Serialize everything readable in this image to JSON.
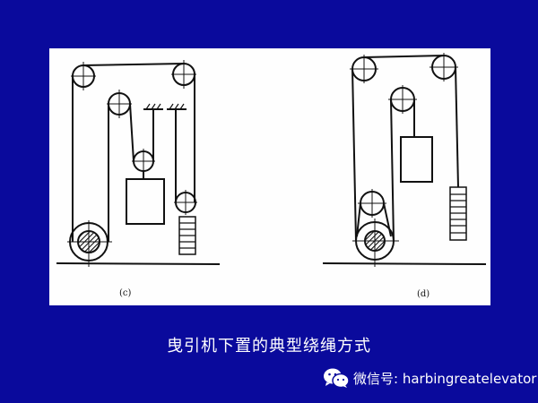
{
  "slide": {
    "background_color": "#0a0a9c",
    "panel_color": "#fefefe"
  },
  "diagrams": [
    {
      "id": "c",
      "label": "(c)"
    },
    {
      "id": "d",
      "label": "(d)"
    }
  ],
  "caption": "曳引机下置的典型绕绳方式",
  "watermark": {
    "icon": "wechat-icon",
    "text": "微信号: harbingreatelevator"
  }
}
